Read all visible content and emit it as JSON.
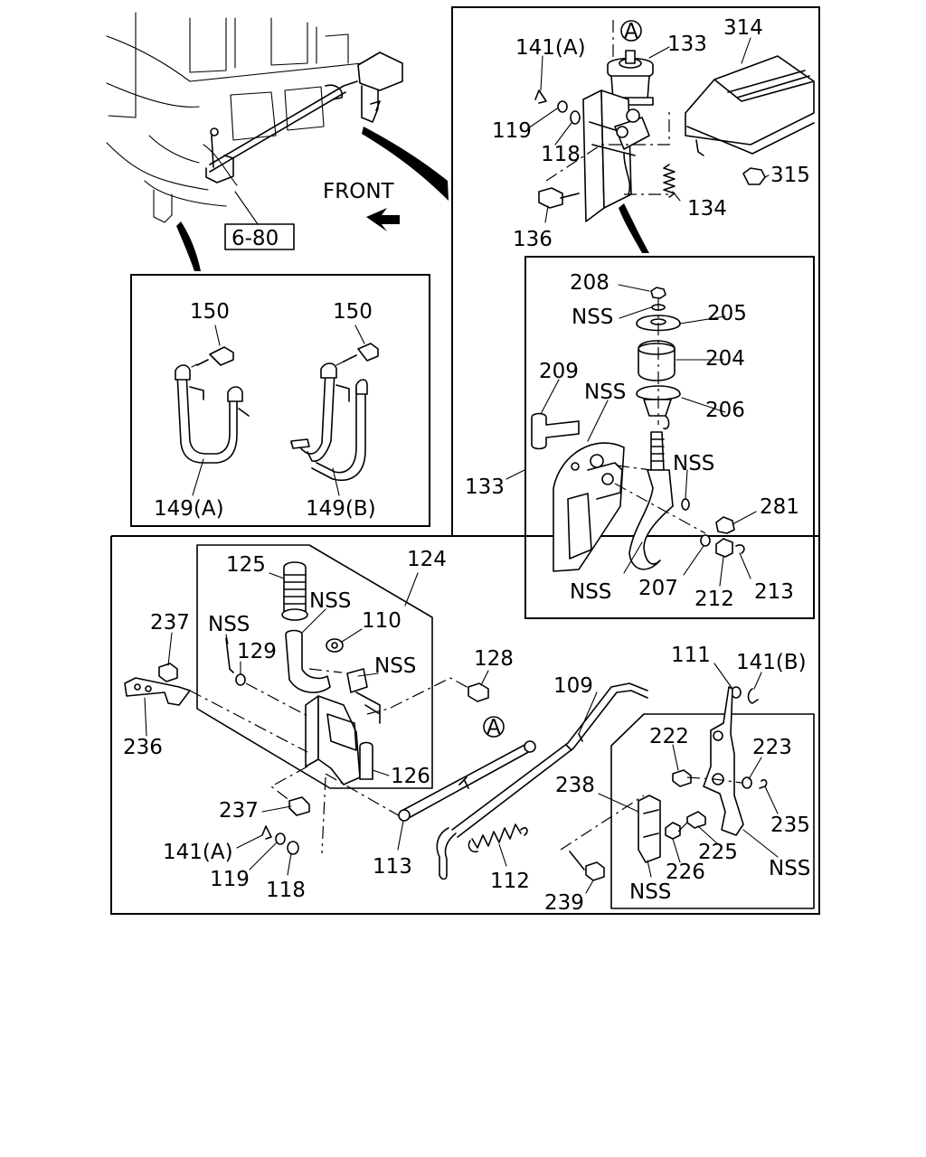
{
  "diagram": {
    "front_label": "FRONT",
    "ref_box": "6-80",
    "circle_ref": "A",
    "labels": {
      "l141a_top": "141(A)",
      "l133_top": "133",
      "l314": "314",
      "l119_top": "119",
      "l118_top": "118",
      "l315": "315",
      "l134": "134",
      "l136": "136",
      "l150_a": "150",
      "l150_b": "150",
      "l149a": "149(A)",
      "l149b": "149(B)",
      "l208": "208",
      "lnss_205": "NSS",
      "l205": "205",
      "l204": "204",
      "l209": "209",
      "lnss_209": "NSS",
      "l206": "206",
      "l133_mid": "133",
      "lnss_stud": "NSS",
      "l281": "281",
      "lnss_bottom": "NSS",
      "l207": "207",
      "l212": "212",
      "l213": "213",
      "l125": "125",
      "l124": "124",
      "lnss_125": "NSS",
      "l237_top": "237",
      "lnss_129": "NSS",
      "l110": "110",
      "l129": "129",
      "lnss_110": "NSS",
      "l128": "128",
      "l236": "236",
      "l126": "126",
      "l237_bot": "237",
      "l141a_bot": "141(A)",
      "l119_bot": "119",
      "l118_bot": "118",
      "l113": "113",
      "l112": "112",
      "l109": "109",
      "l111": "111",
      "l141b": "141(B)",
      "l222": "222",
      "l223": "223",
      "l238": "238",
      "l235": "235",
      "l225": "225",
      "l226": "226",
      "lnss_226": "NSS",
      "lnss_235": "NSS",
      "l239": "239"
    }
  }
}
